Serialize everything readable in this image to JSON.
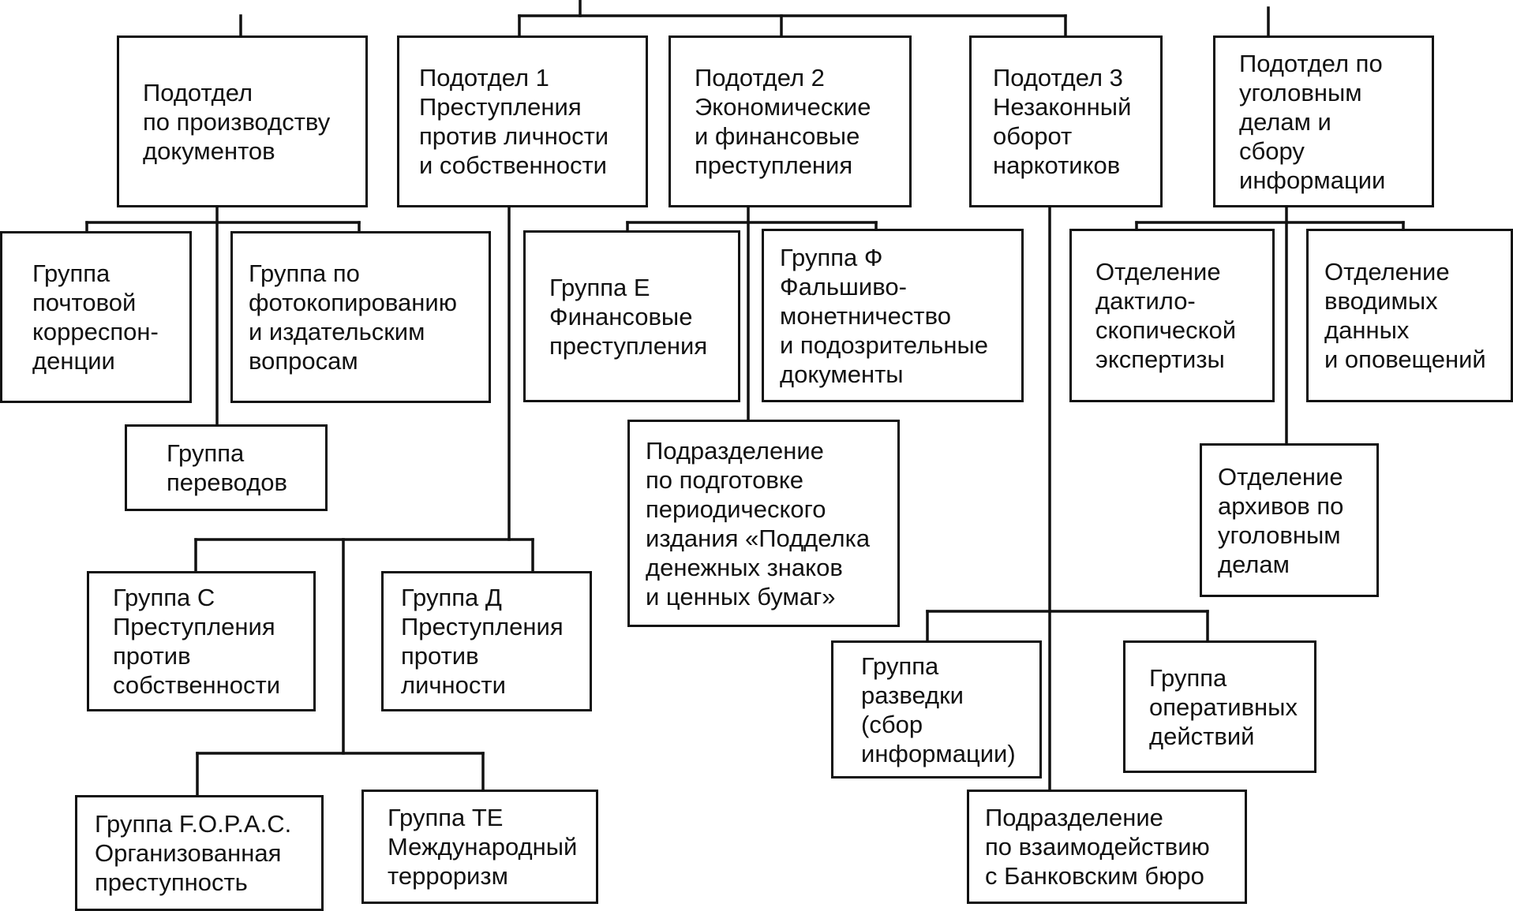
{
  "units": [
    {
      "id": "sub-documents",
      "lines": [
        "Подотдел",
        "по производству",
        "документов"
      ]
    },
    {
      "id": "sub-1",
      "lines": [
        "Подотдел 1",
        "Преступления",
        "против личности",
        "и собственности"
      ]
    },
    {
      "id": "sub-2",
      "lines": [
        "Подотдел 2",
        "Экономические",
        "и финансовые",
        "преступления"
      ]
    },
    {
      "id": "sub-3",
      "lines": [
        "Подотдел 3",
        "Незаконный",
        "оборот",
        "наркотиков"
      ]
    },
    {
      "id": "sub-criminal-info",
      "lines": [
        "Подотдел по",
        "уголовным",
        "делам и",
        "сбору",
        "информации"
      ]
    },
    {
      "id": "group-mail",
      "lines": [
        "Группа",
        "почтовой",
        "корреспон-",
        "денции"
      ]
    },
    {
      "id": "group-photocopy",
      "lines": [
        "Группа по",
        "фотокопированию",
        "и издательским",
        "вопросам"
      ]
    },
    {
      "id": "group-translations",
      "lines": [
        "Группа",
        "переводов"
      ]
    },
    {
      "id": "group-e",
      "lines": [
        "Группа Е",
        "Финансовые",
        "преступления"
      ]
    },
    {
      "id": "group-f",
      "lines": [
        "Группа Ф",
        "Фальшиво-",
        "монетничество",
        "и подозрительные",
        "документы"
      ]
    },
    {
      "id": "division-periodical",
      "lines": [
        "Подразделение",
        "по подготовке",
        "периодического",
        "издания «Подделка",
        "денежных знаков",
        "и ценных бумаг»"
      ]
    },
    {
      "id": "dept-fingerprint",
      "lines": [
        "Отделение",
        "дактило-",
        "скопической",
        "экспертизы"
      ]
    },
    {
      "id": "dept-data-entry",
      "lines": [
        "Отделение",
        "вводимых",
        "данных",
        "и оповещений"
      ]
    },
    {
      "id": "dept-archives",
      "lines": [
        "Отделение",
        "архивов по",
        "уголовным",
        "делам"
      ]
    },
    {
      "id": "group-c",
      "lines": [
        "Группа С",
        "Преступления",
        "против",
        "собственности"
      ]
    },
    {
      "id": "group-d",
      "lines": [
        "Группа Д",
        "Преступления",
        "против",
        "личности"
      ]
    },
    {
      "id": "group-intelligence",
      "lines": [
        "Группа",
        "разведки",
        "(сбор",
        "информации)"
      ]
    },
    {
      "id": "group-operations",
      "lines": [
        "Группа",
        "оперативных",
        "действий"
      ]
    },
    {
      "id": "group-forac",
      "lines": [
        "Группа F.O.P.A.C.",
        "Организованная",
        "преступность"
      ]
    },
    {
      "id": "group-te",
      "lines": [
        "Группа ТЕ",
        "Международный",
        "терроризм"
      ]
    },
    {
      "id": "division-bank",
      "lines": [
        "Подразделение",
        "по взаимодействию",
        "с Банковским бюро"
      ]
    }
  ]
}
